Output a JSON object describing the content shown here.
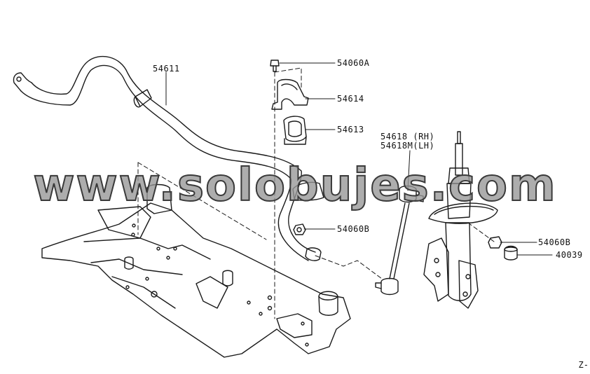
{
  "parts": {
    "stabilizer_bar": "54611",
    "bolt_top": "54060A",
    "clamp": "54614",
    "bushing": "54613",
    "nut_bar": "54060B",
    "link_rh": "54618 (RH)",
    "link_lh": "54618M(LH)",
    "nut_strut": "54060B",
    "cap_nut": "40039"
  },
  "watermark": "www.solobujes.com",
  "figure_code": "Z-"
}
